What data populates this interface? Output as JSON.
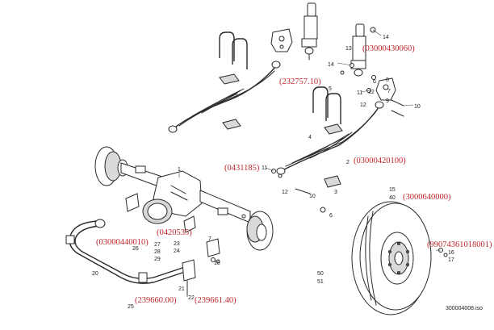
{
  "callouts": {
    "c14a": "14",
    "c13": "13",
    "c14b": "14",
    "c6": "6",
    "c8": "8",
    "c12a": "12",
    "c7": "7",
    "c9": "9",
    "c10a": "10",
    "c11a": "11",
    "c12b": "12",
    "c5": "5",
    "c4": "4",
    "c1": "1",
    "c2": "2",
    "c3": "3",
    "c11b": "11",
    "c12c": "12",
    "c10b": "10",
    "c15": "15",
    "c40": "40",
    "c6b": "6",
    "c16": "16",
    "c17": "17",
    "c27": "27",
    "c28": "28",
    "c29": "29",
    "c26": "26",
    "c23": "23",
    "c24": "24",
    "c7b": "7",
    "c18": "18",
    "c20": "20",
    "c21": "21",
    "c22": "22",
    "c25": "25",
    "c50": "50",
    "c51": "51"
  },
  "part_numbers": {
    "shock_absorber": "(03000430060)",
    "u_bolt": "(232757.10)",
    "bump_stop_bolt": "(0431185)",
    "leaf_spring": "(03000420100)",
    "tyre": "(3000640000)",
    "stabilizer_bar": "(03000440010)",
    "axle_bracket": "(0420535)",
    "wheel_nut": "(99074361018001)",
    "link_left": "(239660.00)",
    "link_right": "(239661.40)"
  },
  "drawing_number": "300004008.iso"
}
